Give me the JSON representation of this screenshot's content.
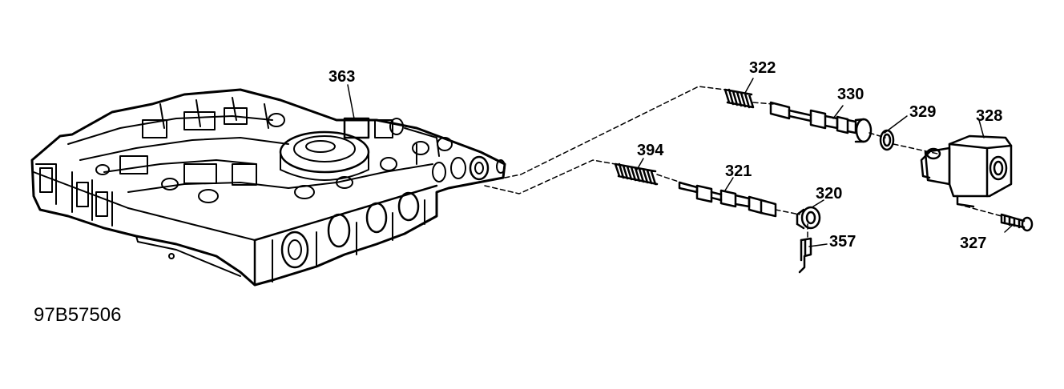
{
  "figure_code": "97B57506",
  "callouts": {
    "p363": "363",
    "p322": "322",
    "p330": "330",
    "p329": "329",
    "p328": "328",
    "p394": "394",
    "p321": "321",
    "p320": "320",
    "p357": "357",
    "p327": "327"
  }
}
